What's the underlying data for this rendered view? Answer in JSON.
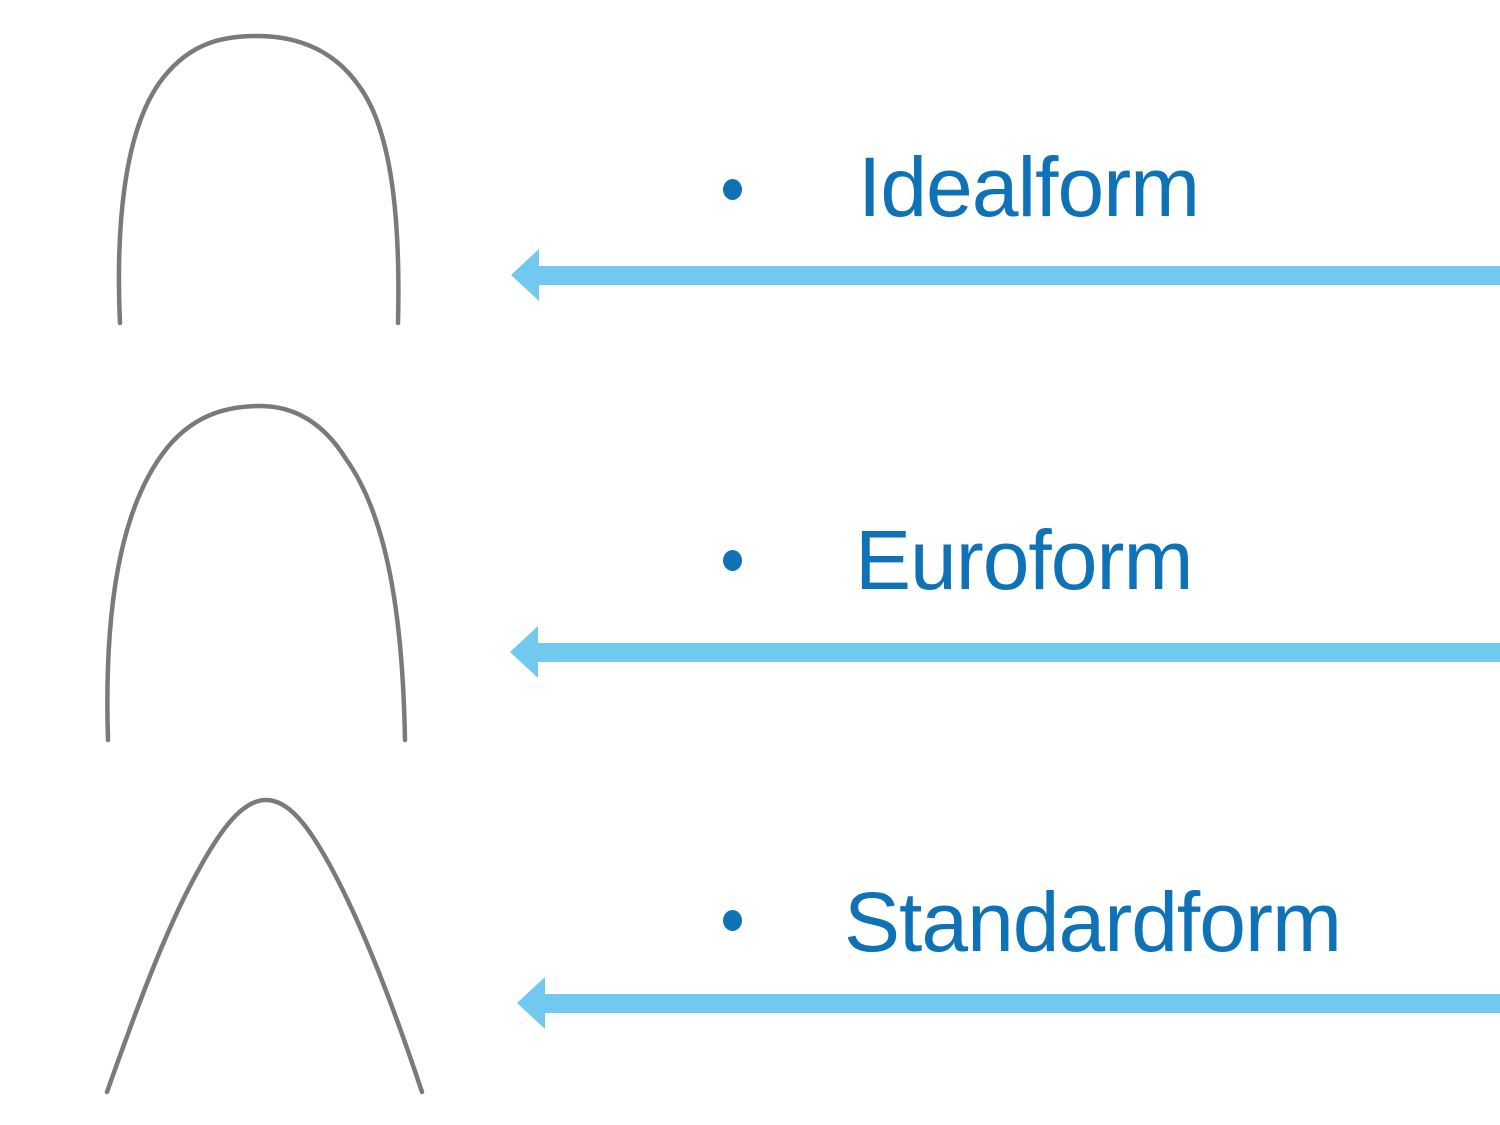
{
  "slide": {
    "bullet_glyph": "",
    "rows": [
      {
        "label": "Idealform",
        "shape": "idealform-archwire"
      },
      {
        "label": "Euroform",
        "shape": "euroform-archwire"
      },
      {
        "label": "Standardform",
        "shape": "standardform-archwire"
      }
    ],
    "colors": {
      "background": "#ffffff",
      "label_text": "#0f72b6",
      "bullet": "#0f72b6",
      "arrow": "#71c9f0",
      "wire": "#7a7a7a"
    }
  }
}
